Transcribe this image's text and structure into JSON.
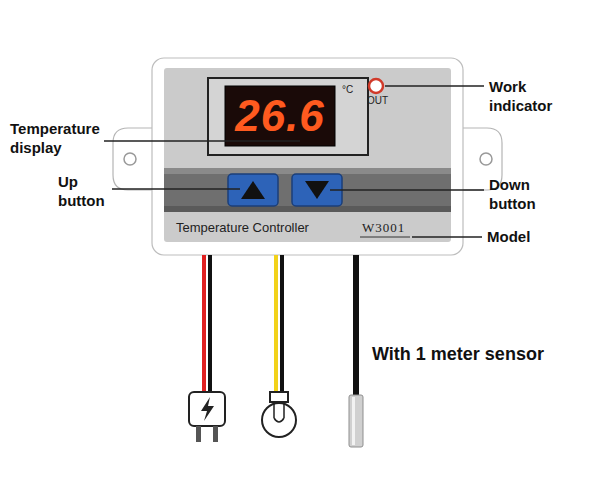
{
  "diagram": {
    "nodes": [
      {
        "text": [
          "Temperature Controller",
          "W3001"
        ]
      },
      {
        "text": [
          "26.6"
        ],
        "in": 0
      }
    ],
    "labels": [
      "°C",
      "OUT",
      "Work indicator",
      "Temperature display",
      "Up button",
      "Down button",
      "Model",
      "With 1 meter sensor"
    ]
  }
}
